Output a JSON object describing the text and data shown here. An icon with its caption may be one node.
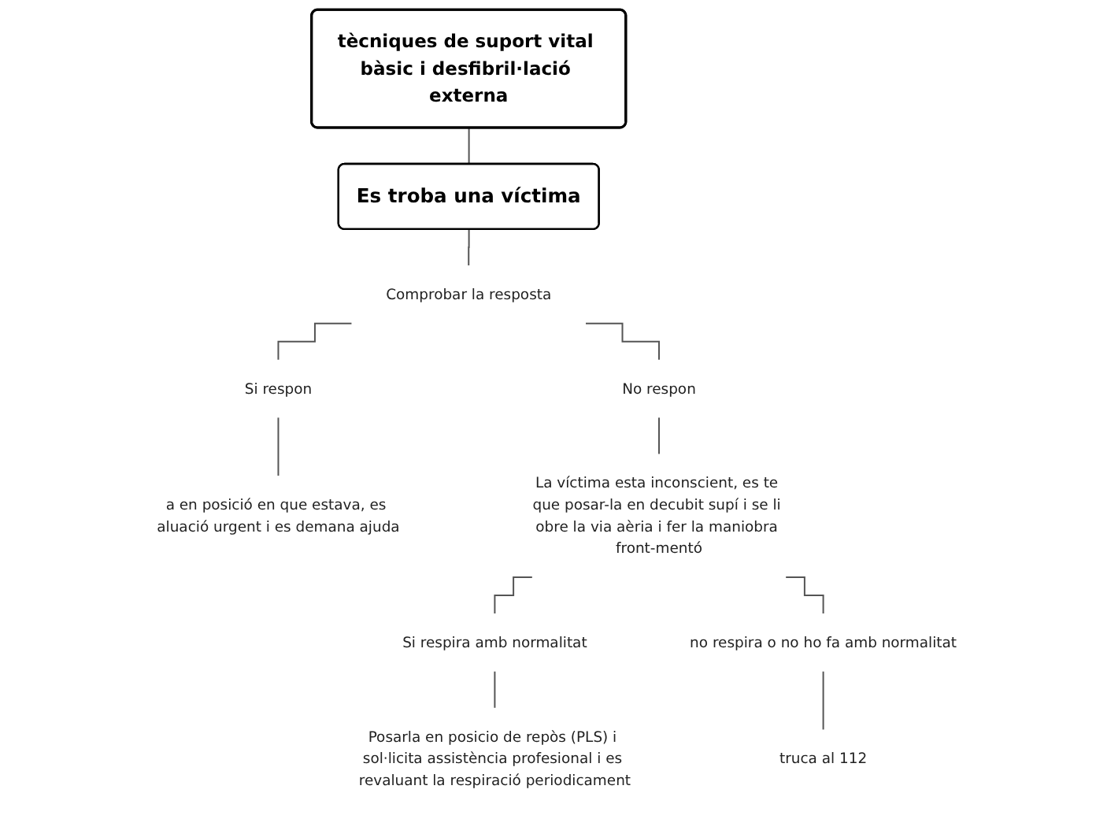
{
  "diagram": {
    "nodes": [
      {
        "text": [
          "tècniques de suport vital bàsic i desfibril·lació externa"
        ]
      },
      {
        "text": [
          "Es troba una víctima"
        ]
      },
      {
        "text": [
          "Comprobar la resposta"
        ]
      },
      {
        "text": [
          "Si respon"
        ]
      },
      {
        "text": [
          "a en posició en que estava, es aluació urgent i es demana ajuda"
        ]
      },
      {
        "text": [
          "No respon"
        ]
      },
      {
        "text": [
          "La víctima esta inconscient, es te que posar-la en decubit supí i se li obre la via aèria i fer la maniobra front-mentó"
        ]
      },
      {
        "text": [
          "Si respira amb normalitat"
        ]
      },
      {
        "text": [
          "Posarla en posicio de repòs (PLS) i sol·licita assistència profesional i es revaluant la respiració periodicament"
        ]
      },
      {
        "text": [
          "no respira o no ho fa amb normalitat"
        ]
      },
      {
        "text": [
          "truca al 112"
        ]
      }
    ],
    "edges": [
      {
        "from": 0,
        "to": 1,
        "arrow": "none"
      },
      {
        "from": 1,
        "to": 2,
        "arrow": "none"
      },
      {
        "from": 2,
        "to": 3,
        "arrow": "none"
      },
      {
        "from": 2,
        "to": 5,
        "arrow": "none"
      },
      {
        "from": 3,
        "to": 4,
        "arrow": "none"
      },
      {
        "from": 5,
        "to": 6,
        "arrow": "none"
      },
      {
        "from": 6,
        "to": 7,
        "arrow": "none"
      },
      {
        "from": 6,
        "to": 9,
        "arrow": "none"
      },
      {
        "from": 7,
        "to": 8,
        "arrow": "none"
      },
      {
        "from": 9,
        "to": 10,
        "arrow": "none"
      }
    ]
  }
}
